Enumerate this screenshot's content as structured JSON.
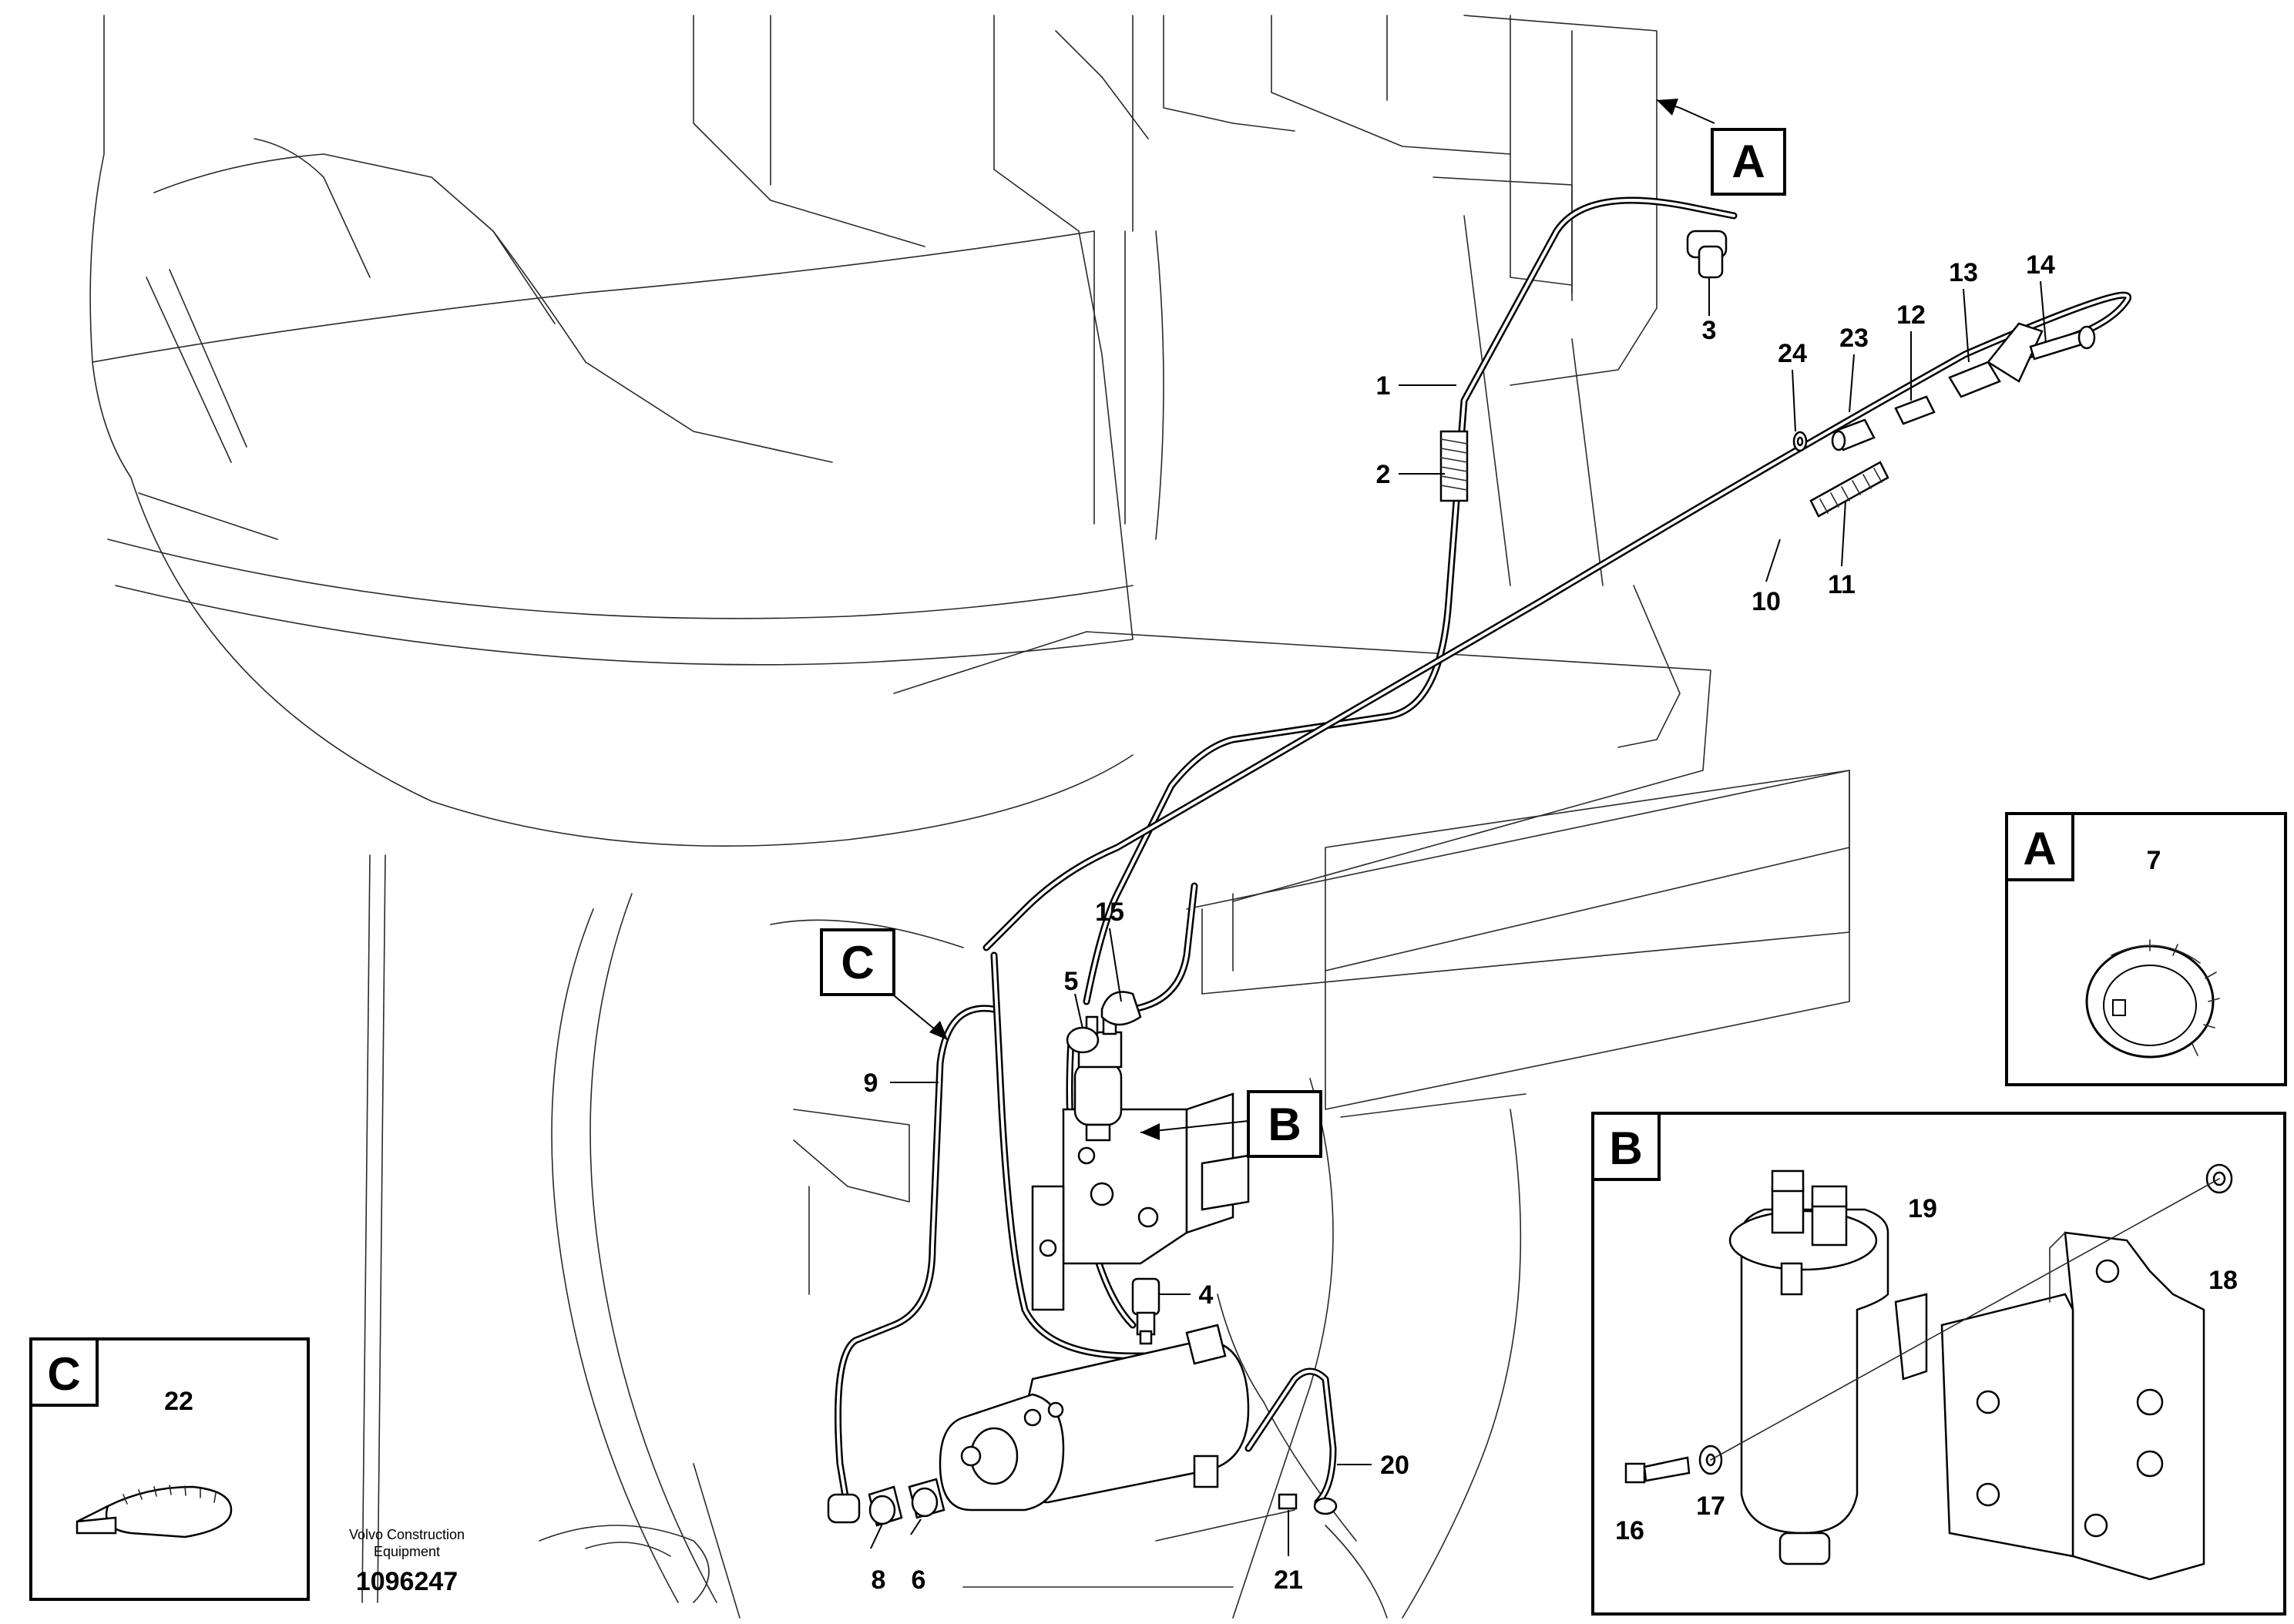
{
  "diagram": {
    "callouts": {
      "c1": "1",
      "c2": "2",
      "c3": "3",
      "c4": "4",
      "c5": "5",
      "c6": "6",
      "c7": "7",
      "c8": "8",
      "c9": "9",
      "c10": "10",
      "c11": "11",
      "c12": "12",
      "c13": "13",
      "c14": "14",
      "c15": "15",
      "c16": "16",
      "c17": "17",
      "c18": "18",
      "c19": "19",
      "c20": "20",
      "c21": "21",
      "c22": "22",
      "c23": "23",
      "c24": "24"
    },
    "view_labels": {
      "a_main": "A",
      "b_main": "B",
      "c_main": "C",
      "a_detail": "A",
      "b_detail": "B",
      "c_detail": "C"
    },
    "footer": {
      "company_line1": "Volvo Construction",
      "company_line2": "Equipment",
      "document_number": "1096247"
    }
  }
}
